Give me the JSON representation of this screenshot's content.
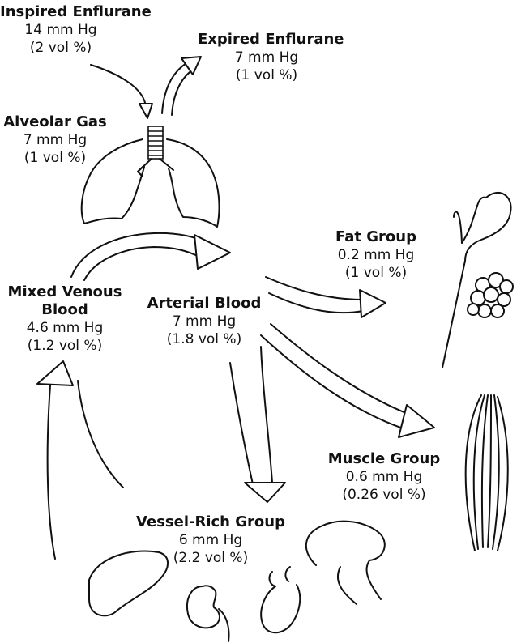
{
  "nodes": {
    "inspired": {
      "title": "Inspired Enflurane",
      "pressure": "14 mm Hg",
      "volume": "(2 vol %)"
    },
    "expired": {
      "title": "Expired Enflurane",
      "pressure": "7 mm Hg",
      "volume": "(1 vol %)"
    },
    "alveolar": {
      "title": "Alveolar Gas",
      "pressure": "7 mm Hg",
      "volume": "(1 vol %)"
    },
    "fat": {
      "title": "Fat Group",
      "pressure": "0.2 mm Hg",
      "volume": "(1 vol %)"
    },
    "venous": {
      "title_line1": "Mixed Venous",
      "title_line2": "Blood",
      "pressure": "4.6 mm Hg",
      "volume": "(1.2 vol %)"
    },
    "arterial": {
      "title": "Arterial Blood",
      "pressure": "7 mm Hg",
      "volume": "(1.8 vol %)"
    },
    "muscle": {
      "title": "Muscle Group",
      "pressure": "0.6 mm Hg",
      "volume": "(0.26 vol %)"
    },
    "vessel_rich": {
      "title": "Vessel-Rich Group",
      "pressure": "6 mm Hg",
      "volume": "(2.2 vol %)"
    }
  }
}
